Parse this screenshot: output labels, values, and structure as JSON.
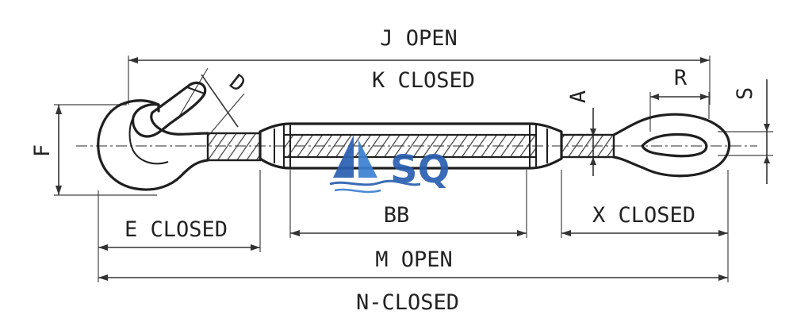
{
  "labels": {
    "j_open": "J OPEN",
    "k_closed": "K CLOSED",
    "d": "D",
    "a": "A",
    "r": "R",
    "s": "S",
    "f": "F",
    "e_closed": "E CLOSED",
    "bb": "BB",
    "x_closed": "X CLOSED",
    "m_open": "M OPEN",
    "n_closed": "N-CLOSED"
  },
  "logo": {
    "text": "SQ",
    "color": "#2a5fb0"
  },
  "colors": {
    "line": "#1f1f1f",
    "hatch": "#3a3a3a"
  }
}
